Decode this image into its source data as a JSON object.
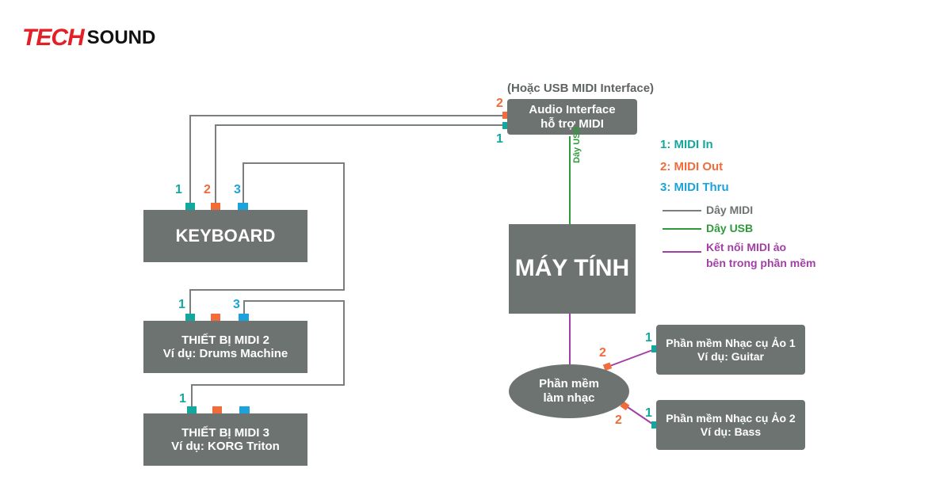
{
  "logo": {
    "part1": "TECH",
    "part2": "SOUND"
  },
  "interface": {
    "note": "(Hoặc USB MIDI Interface)",
    "line1": "Audio Interface",
    "line2": "hỗ trợ MIDI"
  },
  "usb_cable_label": "Dây USB",
  "computer": {
    "label": "MÁY TÍNH"
  },
  "keyboard": {
    "label": "KEYBOARD"
  },
  "device2": {
    "line1": "THIẾT BỊ MIDI 2",
    "line2": "Ví dụ: Drums Machine"
  },
  "device3": {
    "line1": "THIẾT BỊ MIDI 3",
    "line2": "Ví dụ: KORG Triton"
  },
  "software": {
    "line1": "Phần mềm",
    "line2": "làm nhạc"
  },
  "vi1": {
    "line1": "Phần mềm Nhạc cụ Ảo 1",
    "line2": "Ví dụ: Guitar"
  },
  "vi2": {
    "line1": "Phần mềm Nhạc cụ Ảo 2",
    "line2": "Ví dụ: Bass"
  },
  "port_numbers": {
    "in": "1",
    "out": "2",
    "thru": "3"
  },
  "legend": {
    "midi_in": "1: MIDI In",
    "midi_out": "2: MIDI Out",
    "midi_thru": "3: MIDI Thru",
    "midi_cable": "Dây MIDI",
    "usb_cable": "Dây USB",
    "virtual_line1": "Kết nối MIDI ảo",
    "virtual_line2": "bên trong phần mềm"
  },
  "colors": {
    "box": "#6d7371",
    "midi_in": "#13a89e",
    "midi_out": "#f26b3a",
    "midi_thru": "#1ca3dc",
    "midi_cable": "#7a7f7d",
    "usb_cable": "#2e9b3a",
    "virtual_link": "#a23fa6",
    "logo_red": "#e32027"
  }
}
